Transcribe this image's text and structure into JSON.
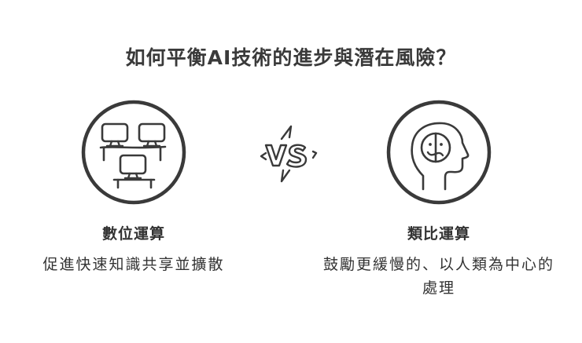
{
  "title": "如何平衡AI技術的進步與潛在風險？",
  "left": {
    "icon": "networked-computers-icon",
    "heading": "數位運算",
    "description": "促進快速知識共享並擴散"
  },
  "center": {
    "icon": "vs-icon",
    "label": "VS"
  },
  "right": {
    "icon": "head-with-split-face-icon",
    "heading": "類比運算",
    "description": "鼓勵更緩慢的、以人類為中心的處理"
  },
  "colors": {
    "stroke": "#3a3a3a",
    "text": "#333333",
    "background": "#ffffff"
  }
}
